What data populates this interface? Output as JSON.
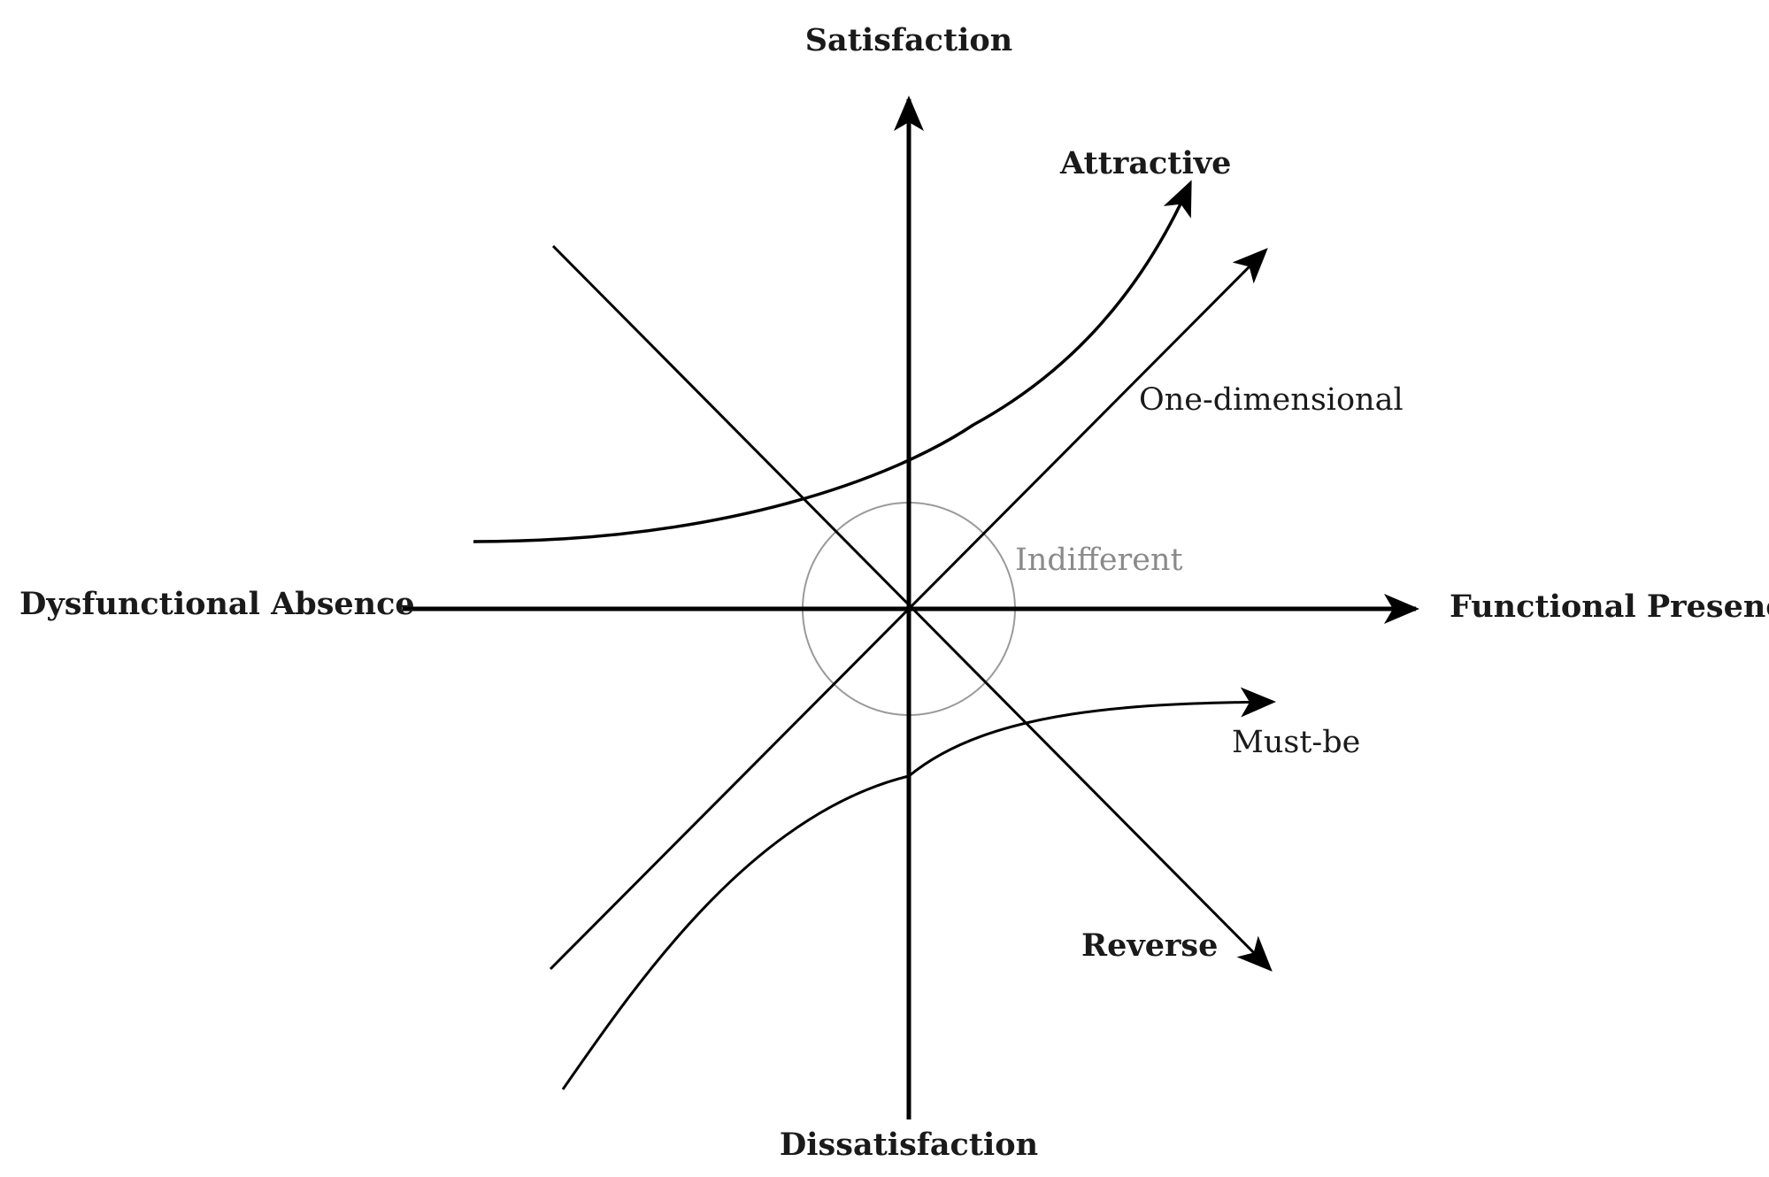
{
  "labels": {
    "satisfaction": "Satisfaction",
    "dissatisfaction": "Dissatisfaction",
    "dysfunctional_absence": "Dysfunctional Absence",
    "functional_presence": "Functional Presence",
    "attractive": "Attractive",
    "one_dimensional": "One-dimensional",
    "indifferent": "Indifferent",
    "must_be": "Must-be",
    "reverse": "Reverse"
  },
  "colors": {
    "line": "#000000",
    "indifferent": "#9a9a9a",
    "text": "#1a1a1a"
  }
}
